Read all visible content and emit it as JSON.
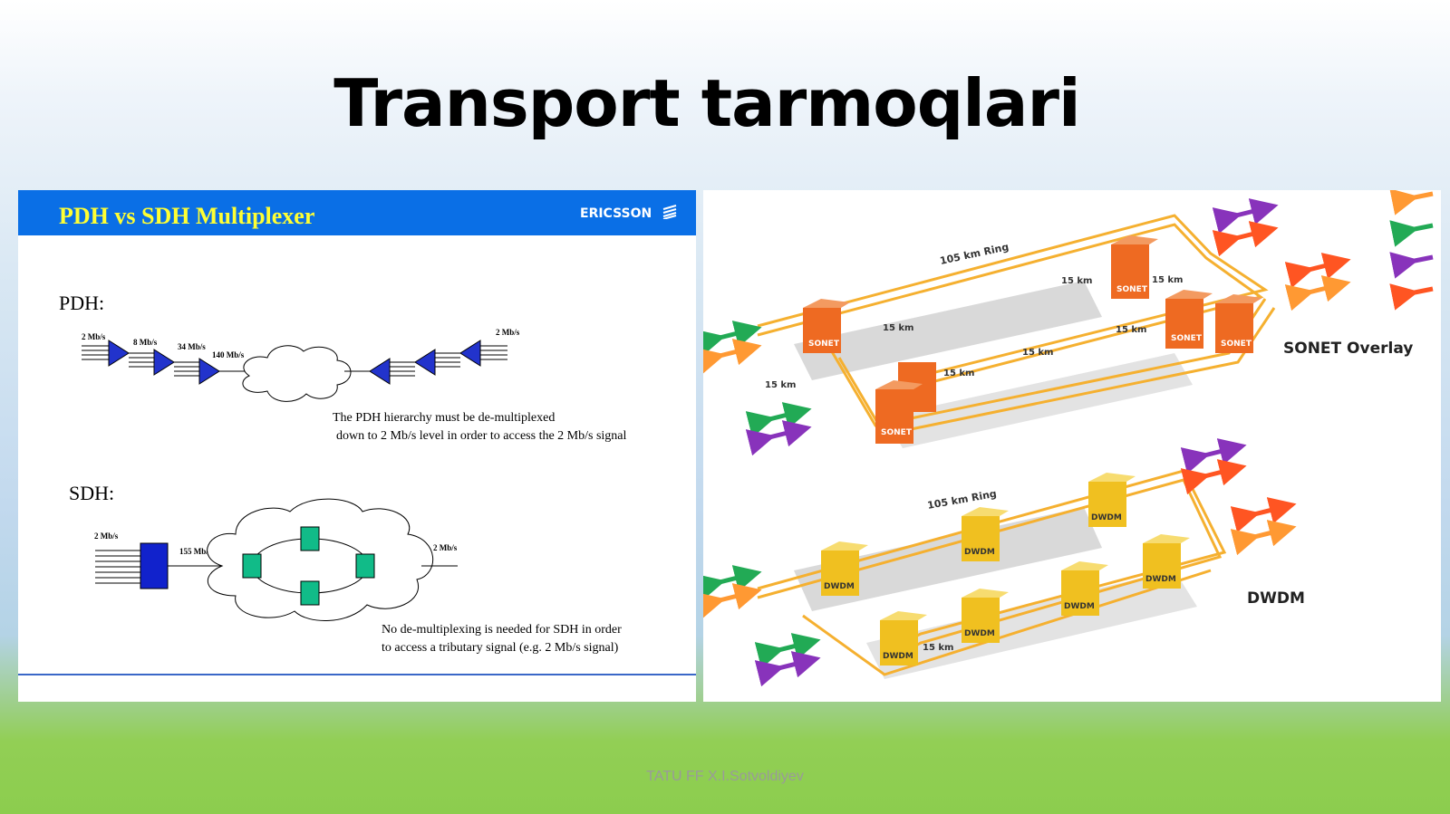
{
  "slide": {
    "title": "Transport tarmoqlari",
    "footer": "TATU FF X.I.Sotvoldiyev"
  },
  "left_panel": {
    "banner_title": "PDH vs SDH Multiplexer",
    "logo": "ERICSSON",
    "pdh": {
      "label": "PDH:",
      "rates": [
        "2 Mb/s",
        "8 Mb/s",
        "34 Mb/s",
        "140 Mb/s",
        "2 Mb/s"
      ],
      "note_line1": "The PDH hierarchy must be de-multiplexed",
      "note_line2": "down to 2 Mb/s level in order to access the 2 Mb/s signal"
    },
    "sdh": {
      "label": "SDH:",
      "rates": [
        "2 Mb/s",
        "155 Mb/s",
        "2 Mb/s"
      ],
      "note_line1": "No de-multiplexing is needed for SDH in order",
      "note_line2": "to access a tributary signal (e.g. 2 Mb/s signal)"
    }
  },
  "right_panel": {
    "sonet": {
      "title": "SONET Overlay",
      "ring_label": "105 km Ring",
      "span_label": "15 km",
      "node_label": "SONET",
      "color": "#ee6a22"
    },
    "dwdm": {
      "title": "DWDM",
      "ring_label": "105 km Ring",
      "span_label": "15 km",
      "node_label": "DWDM",
      "color": "#f0c020"
    },
    "arrow_colors": [
      "#ff5522",
      "#ff9933",
      "#22aa55",
      "#8833bb"
    ]
  }
}
